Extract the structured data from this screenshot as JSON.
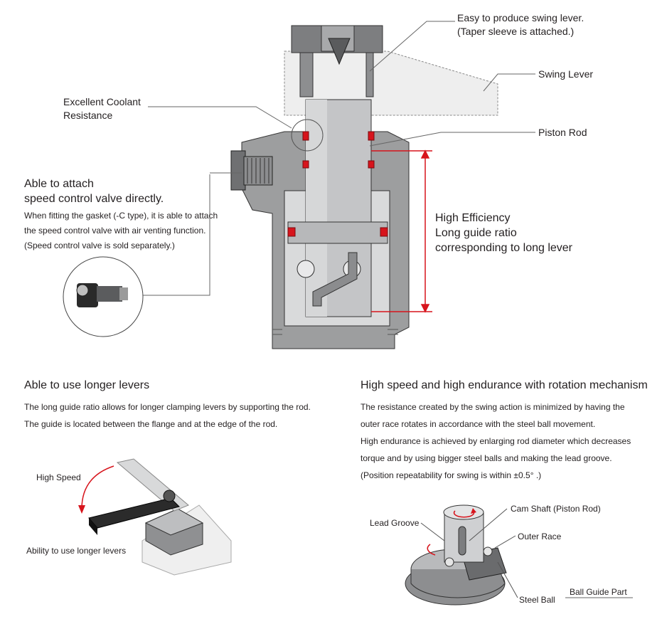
{
  "callouts": {
    "easy_swing_l1": "Easy to produce swing lever.",
    "easy_swing_l2": "(Taper sleeve is attached.)",
    "swing_lever": "Swing Lever",
    "coolant_l1": "Excellent Coolant",
    "coolant_l2": "Resistance",
    "piston_rod": "Piston Rod",
    "speed_ctrl_l1": "Able to attach",
    "speed_ctrl_l2": "speed control valve directly.",
    "speed_ctrl_d1": "When fitting the gasket (-C type), it is able to attach",
    "speed_ctrl_d2": "the speed control valve with air venting function.",
    "speed_ctrl_d3": "(Speed control valve is sold separately.)",
    "efficiency_l1": "High Efficiency",
    "efficiency_l2": "Long guide ratio",
    "efficiency_l3": "corresponding to long lever"
  },
  "left_section": {
    "title": "Able to use longer levers",
    "desc1": "The long guide ratio allows for longer clamping levers by supporting the rod.",
    "desc2": "The guide is located between the flange and at the edge of the rod.",
    "high_speed": "High Speed",
    "longer_levers": "Ability to use longer levers"
  },
  "right_section": {
    "title": "High speed and high endurance with rotation mechanism",
    "desc1": "The resistance created by the swing action is minimized by having the",
    "desc2": "outer race rotates in accordance with the steel ball movement.",
    "desc3": "High endurance is achieved by enlarging rod diameter which decreases",
    "desc4": "torque and by using bigger steel balls and making the lead groove.",
    "desc5": "(Position repeatability for swing is within ±0.5° .)",
    "cam_shaft": "Cam Shaft (Piston Rod)",
    "lead_groove": "Lead Groove",
    "outer_race": "Outer Race",
    "steel_ball": "Steel Ball",
    "ball_guide": "Ball Guide Part"
  },
  "colors": {
    "accent_red": "#d7141c",
    "body_gray": "#9d9e9f",
    "dark_gray": "#6f7072",
    "light_gray": "#d9dadb"
  }
}
